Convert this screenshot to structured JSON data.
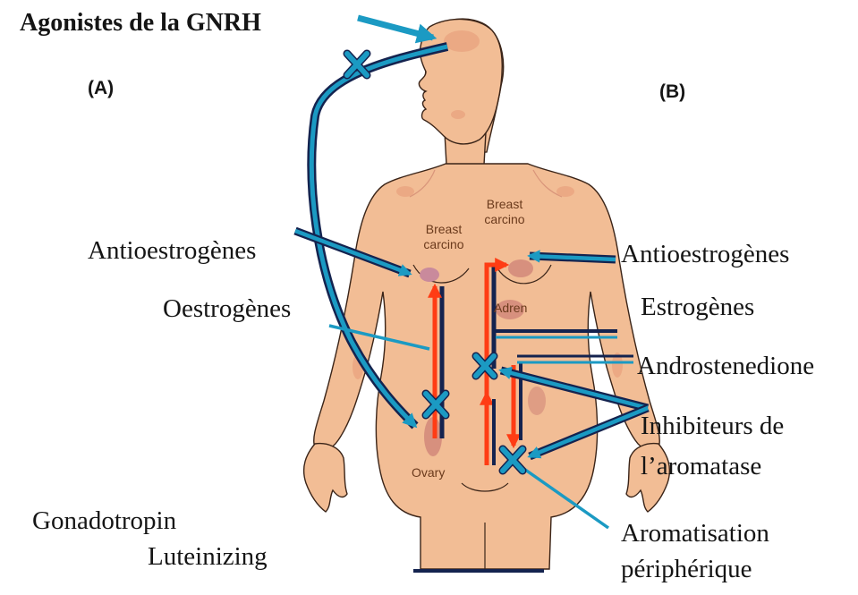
{
  "title": "Agonistes de la GNRH",
  "panels": {
    "a": "(A)",
    "b": "(B)"
  },
  "body_labels": {
    "breast_left": [
      "Breast",
      "carcino"
    ],
    "breast_right": [
      "Breast",
      "carcino"
    ],
    "adrenal": "Adren",
    "ovary": "Ovary"
  },
  "left_labels": {
    "antioestrogenes": "Antioestrogènes",
    "oestrogenes": "Oestrogènes",
    "gonadotropin": "Gonadotropin",
    "luteinizing": "Luteinizing"
  },
  "right_labels": {
    "antioestrogenes": "Antioestrogènes",
    "estrogenes": "Estrogènes",
    "androstenedione": "Androstenedione",
    "inhibiteurs_1": "Inhibiteurs de",
    "inhibiteurs_2": "l’aromatase",
    "aromatisation_1": "Aromatisation",
    "aromatisation_2": "périphérique"
  },
  "colors": {
    "skin": "#f2bd95",
    "skin_outline": "#3a2418",
    "skin_shade": "#e9a37f",
    "organ": "#d7907e",
    "blue": "#1b9ac3",
    "navy": "#14234f",
    "red": "#ff3c14"
  }
}
